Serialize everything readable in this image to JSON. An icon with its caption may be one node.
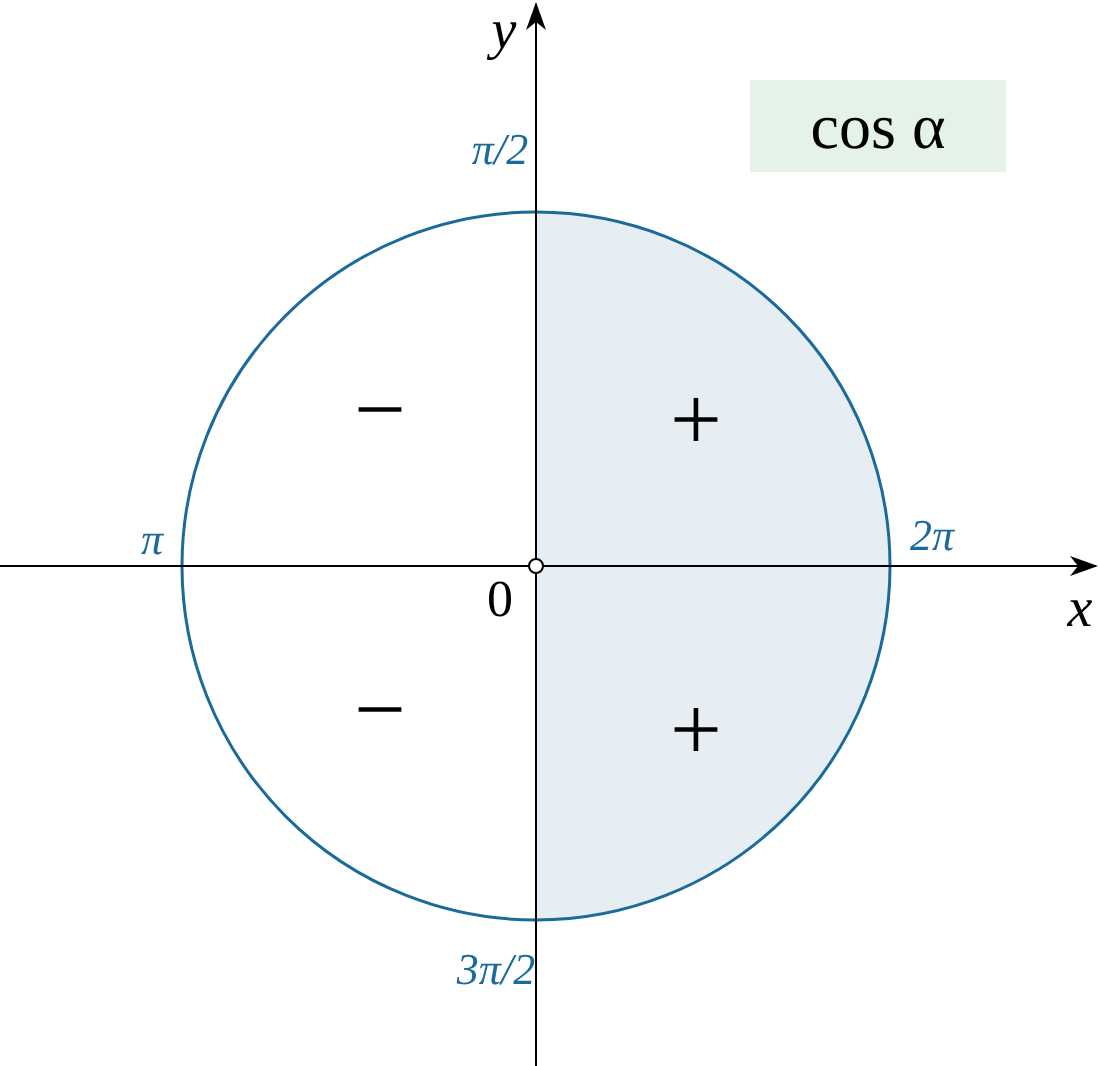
{
  "diagram": {
    "nodes": [
      {
        "text": [
          "cos α"
        ]
      }
    ],
    "edges": [],
    "labels": [
      "y",
      "π/2",
      "−",
      "+",
      "π",
      "2π",
      "0",
      "x",
      "−",
      "+",
      "3π/2"
    ]
  }
}
